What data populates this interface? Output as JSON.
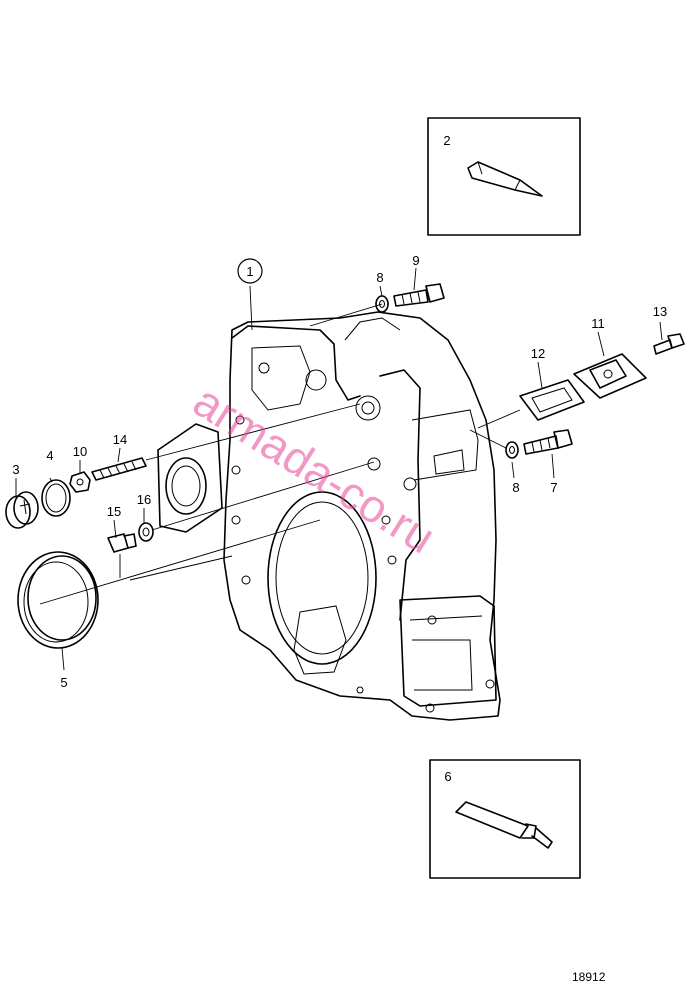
{
  "callouts": {
    "c1": "1",
    "c2": "2",
    "c3": "3",
    "c4": "4",
    "c5": "5",
    "c6": "6",
    "c7": "7",
    "c8a": "8",
    "c8b": "8",
    "c9": "9",
    "c10": "10",
    "c11": "11",
    "c12": "12",
    "c13": "13",
    "c14": "14",
    "c15": "15",
    "c16": "16"
  },
  "watermark": "armada-co.ru",
  "figure_number": "18912"
}
